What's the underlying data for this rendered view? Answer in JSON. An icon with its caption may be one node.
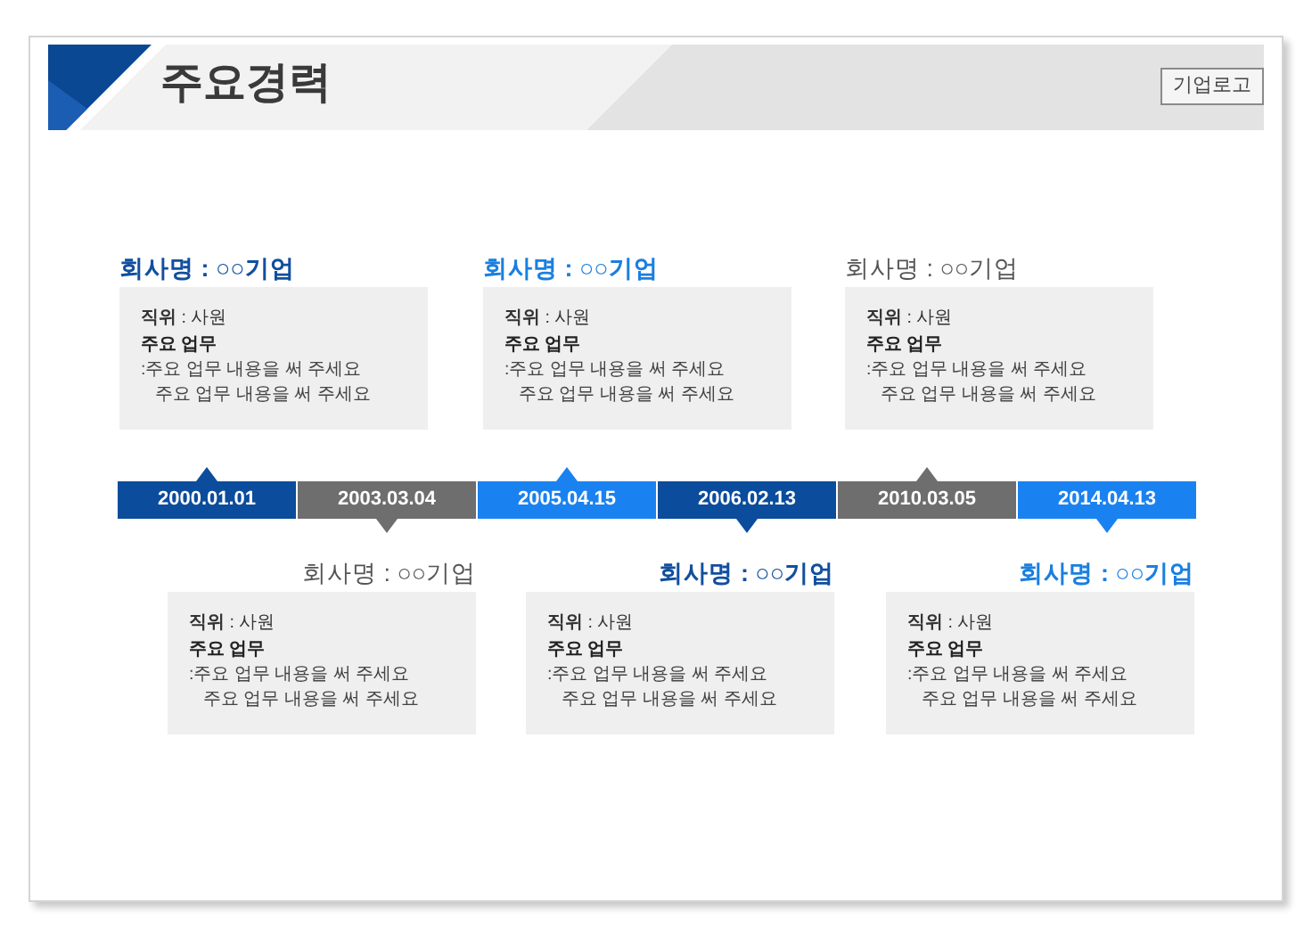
{
  "diagram": {
    "title": "주요경력",
    "nodes": [
      {
        "text": [
          "기업로고"
        ]
      },
      {
        "text": [
          "회사명 : ○○기업",
          "**직위** : 사원",
          "주요 업무",
          ":주요 업무 내용을 써 주세요 주요 업무 내용을 써 주세요"
        ]
      },
      {
        "text": [
          "회사명 : ○○기업",
          "**직위** : 사원",
          "주요 업무",
          ":주요 업무 내용을 써 주세요 주요 업무 내용을 써 주세요"
        ]
      },
      {
        "text": [
          "회사명 : ○○기업",
          "**직위** : 사원",
          "주요 업무",
          ":주요 업무 내용을 써 주세요 주요 업무 내용을 써 주세요"
        ]
      },
      {
        "text": [
          "2000.01.01"
        ]
      },
      {
        "text": [
          "2003.03.04"
        ]
      },
      {
        "text": [
          "2005.04.15"
        ]
      },
      {
        "text": [
          "2006.02.13"
        ]
      },
      {
        "text": [
          "2010.03.05"
        ]
      },
      {
        "text": [
          "2014.04.13"
        ]
      },
      {
        "text": [
          "회사명 : ○○기업",
          "**직위** : 사원",
          "주요 업무",
          ":주요 업무 내용을 써 주세요 주요 업무 내용을 써 주세요"
        ]
      },
      {
        "text": [
          "회사명 : ○○기업",
          "**직위** : 사원",
          "주요 업무",
          ":주요 업무 내용을 써 주세요 주요 업무 내용을 써 주세요"
        ]
      },
      {
        "text": [
          "회사명 : ○○기업",
          "**직위** : 사원",
          "주요 업무",
          ":주요 업무 내용을 써 주세요 주요 업무 내용을 써 주세요"
        ]
      }
    ]
  }
}
